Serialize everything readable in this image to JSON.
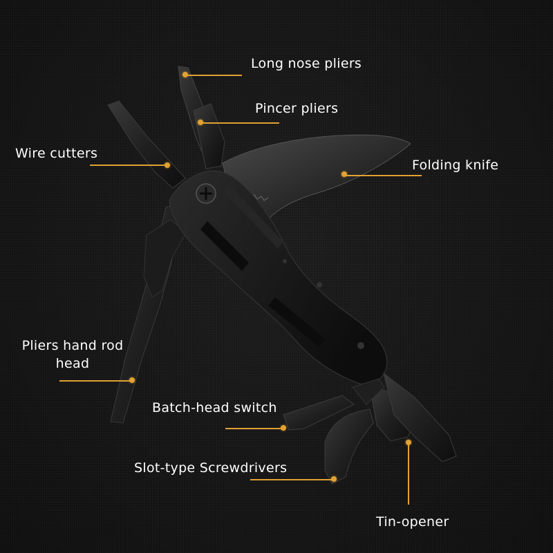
{
  "callouts": {
    "long_nose_pliers": "Long nose pliers",
    "pincer_pliers": "Pincer pliers",
    "wire_cutters": "Wire cutters",
    "folding_knife": "Folding knife",
    "pliers_hand_rod_head_line1": "Pliers hand rod",
    "pliers_hand_rod_head_line2": "head",
    "batch_head_switch": "Batch-head switch",
    "slot_type_screwdrivers": "Slot-type Screwdrivers",
    "tin_opener": "Tin-opener"
  },
  "colors": {
    "background": "#141414",
    "leader_line": "#e2a232",
    "label_text": "#ffffff",
    "tool_body": "#1a1a1a"
  }
}
